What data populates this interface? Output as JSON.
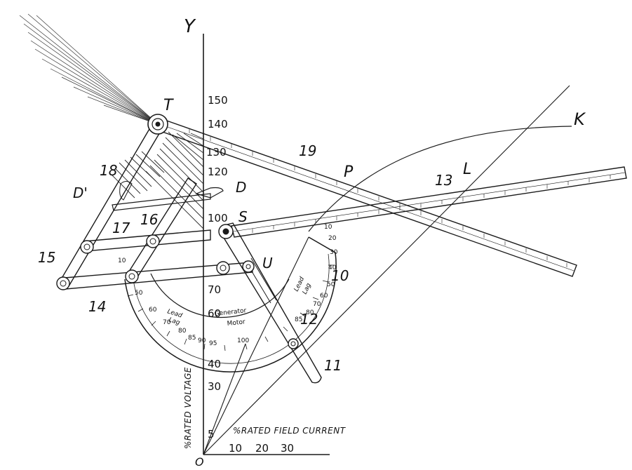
{
  "axes": {
    "y_name": "Y",
    "origin": "O",
    "y_label": "%RATED VOLTAGE",
    "x_label": "%RATED FIELD CURRENT",
    "y_ticks": [
      "150",
      "140",
      "130",
      "120",
      "100",
      "70",
      "60",
      "40",
      "30",
      "5"
    ],
    "x_ticks": [
      "10",
      "20",
      "30"
    ]
  },
  "points": {
    "T": "T",
    "S": "S",
    "P": "P",
    "L": "L",
    "K": "K",
    "U": "U",
    "D": "D",
    "D_prime": "D'"
  },
  "reference_numbers": [
    "10",
    "11",
    "12",
    "13",
    "14",
    "15",
    "16",
    "17",
    "18",
    "19"
  ],
  "protractor": {
    "lead_left_1": "Lead",
    "lag_left": "Lag",
    "center_1": "Generator",
    "center_2": "Motor",
    "lead_right": "Lead",
    "lag_right": "Lag",
    "outer_scale": [
      "50",
      "60",
      "70",
      "80",
      "85",
      "90",
      "95",
      "100"
    ],
    "right_scale": [
      "50",
      "40",
      "30",
      "20",
      "10",
      "60",
      "70",
      "80",
      "85"
    ],
    "inner_mark": "10"
  },
  "colors": {
    "ink": "#1a1a1a",
    "paper": "#ffffff",
    "hatch": "#2a2a2a"
  }
}
